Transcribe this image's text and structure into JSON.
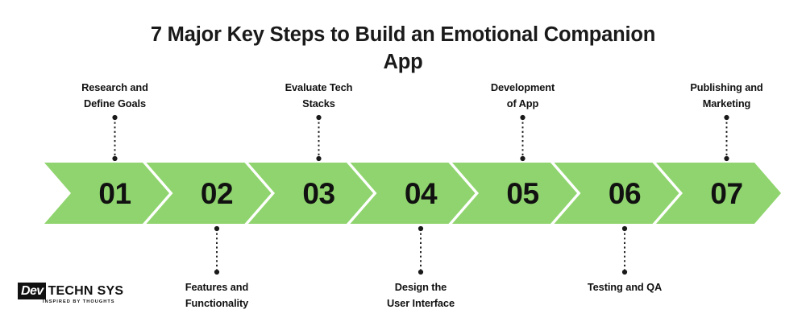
{
  "title": {
    "line1": "7 Major Key Steps to Build an Emotional",
    "line2": "Companion App"
  },
  "colors": {
    "chevron_fill": "#8FD46E",
    "number_text": "#111111",
    "label_text": "#111111",
    "title_text": "#1A1A1A",
    "background": "#FFFFFF",
    "logo_gear": "#F5A11B",
    "logo_box": "#111111",
    "connector": "#1A1A1A"
  },
  "steps": [
    {
      "number": "01",
      "label_line1": "Research and",
      "label_line2": "Define Goals",
      "position": "above"
    },
    {
      "number": "02",
      "label_line1": "Features and",
      "label_line2": "Functionality",
      "position": "below"
    },
    {
      "number": "03",
      "label_line1": "Evaluate Tech",
      "label_line2": "Stacks",
      "position": "above"
    },
    {
      "number": "04",
      "label_line1": "Design the",
      "label_line2": "User Interface",
      "position": "below"
    },
    {
      "number": "05",
      "label_line1": "Development",
      "label_line2": "of App",
      "position": "above"
    },
    {
      "number": "06",
      "label_line1": "Testing and QA",
      "label_line2": "",
      "position": "below"
    },
    {
      "number": "07",
      "label_line1": "Publishing and",
      "label_line2": "Marketing",
      "position": "above"
    }
  ],
  "logo": {
    "mark": "Dev",
    "word1": "TECHN",
    "word2": "SYS",
    "icon": "gear-icon",
    "tagline": "INSPIRED BY THOUGHTS"
  }
}
